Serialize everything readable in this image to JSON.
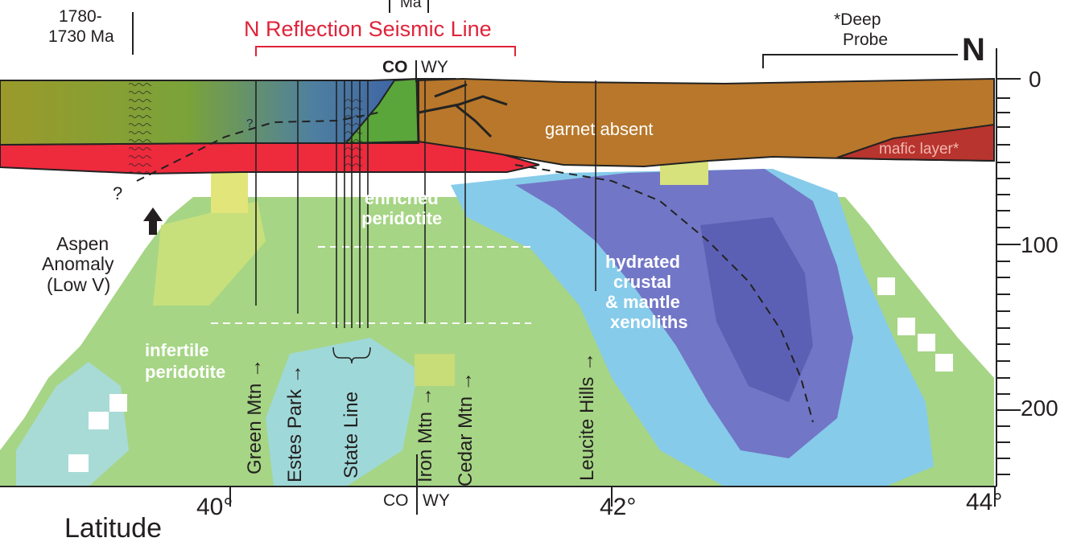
{
  "top_labels": {
    "age": [
      "1780-",
      "1730 Ma"
    ],
    "ma": "Ma",
    "seismic_line": "N Reflection Seismic Line",
    "co": "CO",
    "wy": "WY",
    "deep_probe": [
      "*Deep",
      "Probe"
    ],
    "north": "N"
  },
  "unit_labels": {
    "garnet_absent": "garnet absent",
    "mafic_layer": "mafic layer*",
    "enriched": [
      "enriched",
      "peridotite"
    ],
    "hydrated": [
      "hydrated",
      "crustal",
      "& mantle",
      "xenoliths"
    ],
    "infertile": [
      "infertile",
      "peridotite"
    ],
    "question": "?"
  },
  "aspen": [
    "Aspen",
    "Anomaly",
    "(Low V)"
  ],
  "localities": {
    "green_mtn": "Green Mtn",
    "estes_park": "Estes Park",
    "state_line": "State Line",
    "iron_mtn": "Iron Mtn",
    "cedar_mtn": "Cedar Mtn",
    "leucite_hills": "Leucite Hills",
    "arrow": "→"
  },
  "bottom_axis": {
    "ticks": [
      "40°",
      "42°",
      "44°"
    ],
    "co": "CO",
    "wy": "WY",
    "label": "Latitude"
  },
  "depth_axis": {
    "ticks": [
      "0",
      "100",
      "200"
    ]
  },
  "colors": {
    "crust_brown": "#b8772a",
    "crust_blue": "#3b5ea6",
    "crust_green": "#5aa63a",
    "lower_crust_red": "#ee2a3d",
    "mafic_layer": "#b8342e",
    "mantle_green": "#9cd07a",
    "mantle_blue": "#7fc6e8",
    "mantle_purple": "#6a6fc0"
  }
}
